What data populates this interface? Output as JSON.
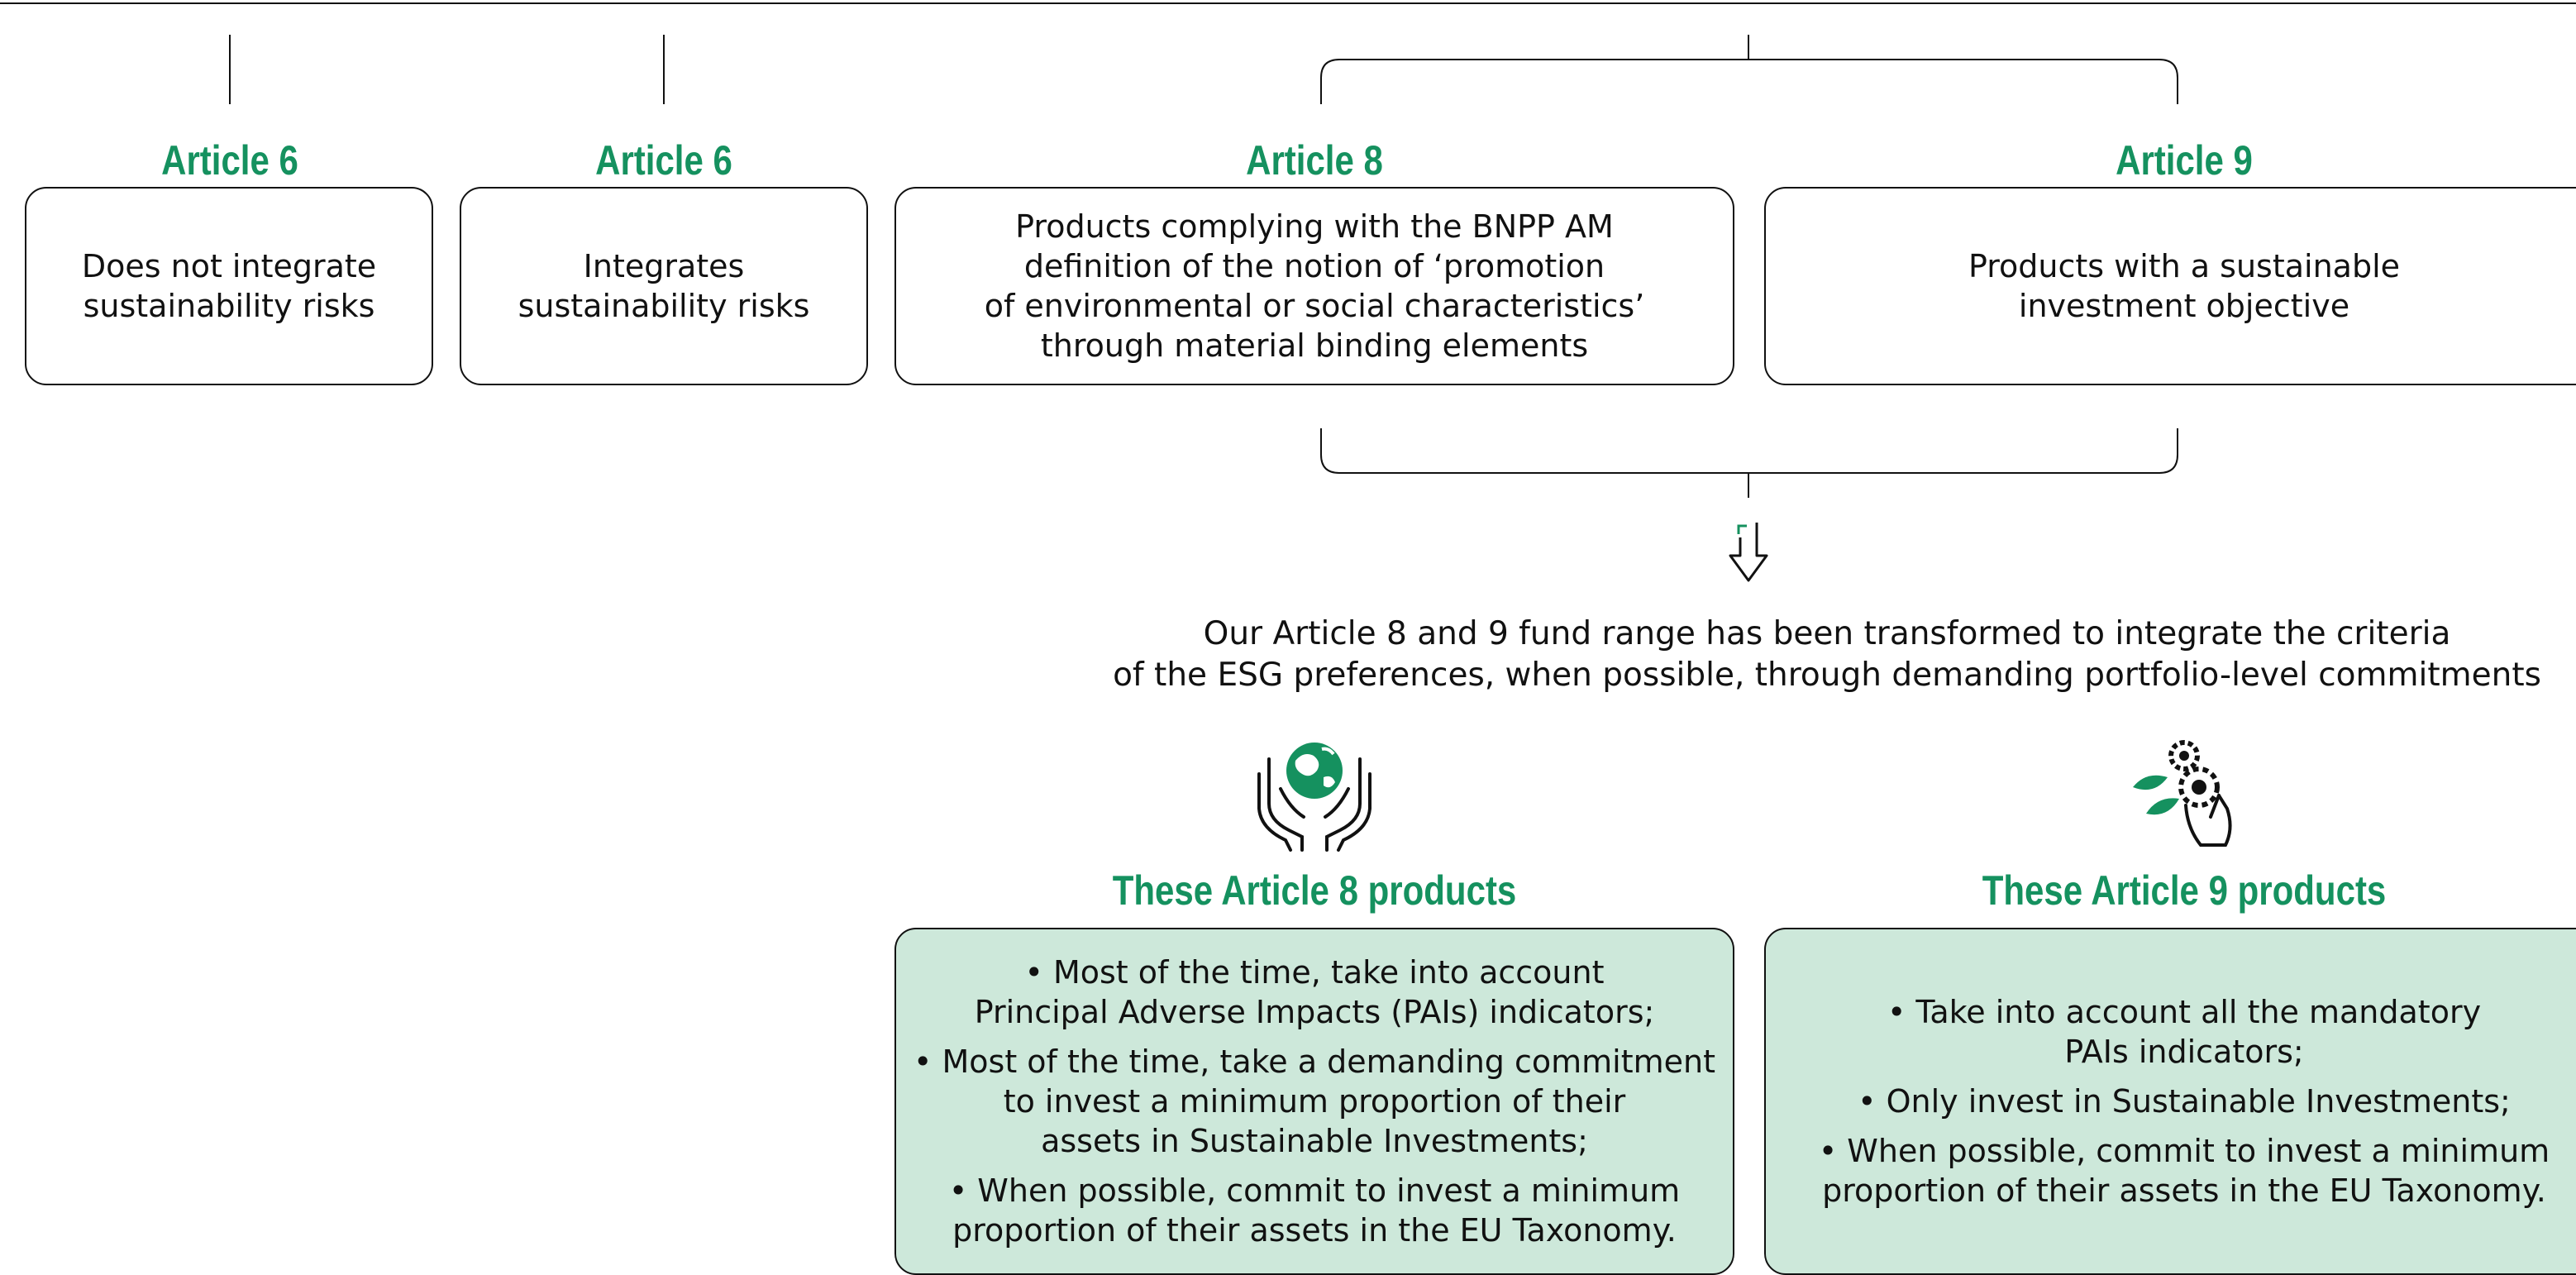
{
  "colors": {
    "accent": "#15915f",
    "box_fill": "#cde8da",
    "line": "#111111"
  },
  "columns": [
    {
      "heading": "Article 6",
      "text": "Does not integrate\nsustainability risks"
    },
    {
      "heading": "Article 6",
      "text": "Integrates\nsustainability risks"
    },
    {
      "heading": "Article 8",
      "text": "Products complying with the BNPP AM\ndefinition of the notion of ‘promotion\nof environmental or social characteristics’\nthrough material binding elements"
    },
    {
      "heading": "Article 9",
      "text": "Products with a sustainable\ninvestment objective"
    }
  ],
  "arrow_icon": "down-arrow-icon",
  "summary": "Our Article 8 and 9 fund range has been transformed to integrate the criteria\nof the ESG preferences, when possible, through demanding portfolio-level commitments",
  "article8_products": {
    "icon": "hands-globe-icon",
    "heading": "These Article 8 products",
    "bullets": [
      "• Most of the time, take into account\nPrincipal Adverse Impacts (PAIs) indicators;",
      "• Most of the time, take a demanding commitment\nto invest a minimum proportion of their\nassets in Sustainable Investments;",
      "• When possible, commit to invest a minimum\nproportion of their assets in the EU Taxonomy."
    ]
  },
  "article9_products": {
    "icon": "hand-gears-leaves-icon",
    "heading": "These Article 9 products",
    "bullets": [
      "• Take into account all the mandatory\nPAIs indicators;",
      "• Only invest in Sustainable Investments;",
      "• When possible, commit to invest a minimum\nproportion of their assets in the EU Taxonomy."
    ]
  }
}
